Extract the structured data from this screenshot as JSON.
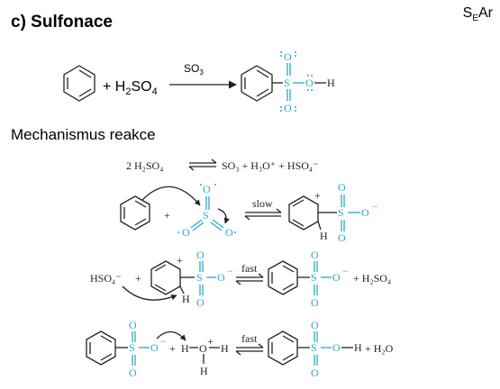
{
  "heading": {
    "title": "c) Sulfonace",
    "mechanism_type": "S",
    "mechanism_sub": "E",
    "mechanism_tail": "Ar"
  },
  "reaction": {
    "plus_reagent": "+ H",
    "reagent_sub1": "2",
    "reagent_mid": "SO",
    "reagent_sub2": "4",
    "catalyst": "SO",
    "catalyst_sub": "3"
  },
  "subheading": "Mechanismus reakce",
  "equilibrium": {
    "left": "2 H₂SO₄",
    "right": "SO₃ + H₃O⁺ + HSO₄⁻"
  },
  "step_labels": {
    "step1": "slow",
    "step2": "fast",
    "step3": "fast"
  },
  "atoms": {
    "S": "S",
    "O": "O",
    "H": "H",
    "minus": "−",
    "plus": "+"
  },
  "species": {
    "hso4": "HSO₄⁻",
    "h2so4": "+ H₂SO₄",
    "water": "+ H₂O"
  },
  "colors": {
    "accent": "#2aa7c9",
    "ink": "#222222"
  }
}
